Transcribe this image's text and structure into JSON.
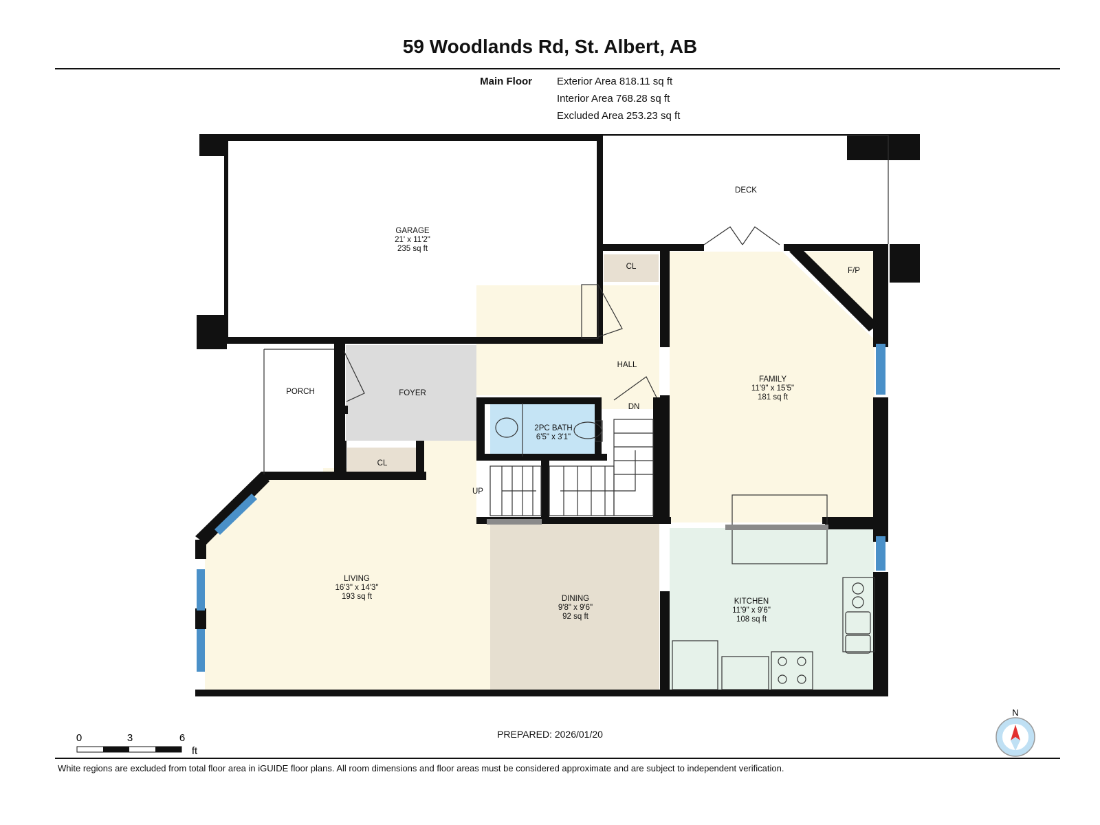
{
  "header": {
    "title": "59 Woodlands Rd, St. Albert, AB",
    "floor": "Main Floor",
    "areas": [
      "Exterior Area 818.11 sq ft",
      "Interior Area 768.28 sq ft",
      "Excluded Area 253.23 sq ft"
    ]
  },
  "rooms": {
    "garage": {
      "name": "GARAGE",
      "dims": "21' x 11'2\"",
      "area": "235 sq ft"
    },
    "deck": {
      "name": "DECK"
    },
    "cl_hall": {
      "name": "CL"
    },
    "fp": {
      "name": "F/P"
    },
    "hall": {
      "name": "HALL"
    },
    "porch": {
      "name": "PORCH"
    },
    "foyer": {
      "name": "FOYER"
    },
    "bath": {
      "name": "2PC BATH",
      "dims": "6'5\" x 3'1\""
    },
    "dn": {
      "name": "DN"
    },
    "family": {
      "name": "FAMILY",
      "dims": "11'9\" x 15'5\"",
      "area": "181 sq ft"
    },
    "cl_foyer": {
      "name": "CL"
    },
    "up": {
      "name": "UP"
    },
    "living": {
      "name": "LIVING",
      "dims": "16'3\" x 14'3\"",
      "area": "193 sq ft"
    },
    "dining": {
      "name": "DINING",
      "dims": "9'8\" x 9'6\"",
      "area": "92 sq ft"
    },
    "kitchen": {
      "name": "KITCHEN",
      "dims": "11'9\" x 9'6\"",
      "area": "108 sq ft"
    }
  },
  "scale": {
    "ticks": [
      "0",
      "3",
      "6"
    ],
    "unit": "ft"
  },
  "compass": {
    "label": "N"
  },
  "footer": {
    "prepared": "PREPARED: 2026/01/20",
    "disclaimer": "White regions are excluded from total floor area in iGUIDE floor plans. All room dimensions and floor areas must be considered approximate and are subject to independent verification."
  },
  "colors": {
    "wall": "#111111",
    "window": "#4a90c8",
    "yellow_room": "#fcf7e3",
    "foyer": "#dcdcdc",
    "closet": "#e8e0d2",
    "dining": "#e6dfd0",
    "kitchen": "#e6f2ea",
    "bath": "#c5e4f5",
    "compass_red": "#e23030",
    "compass_blue": "#bfe0f4"
  }
}
